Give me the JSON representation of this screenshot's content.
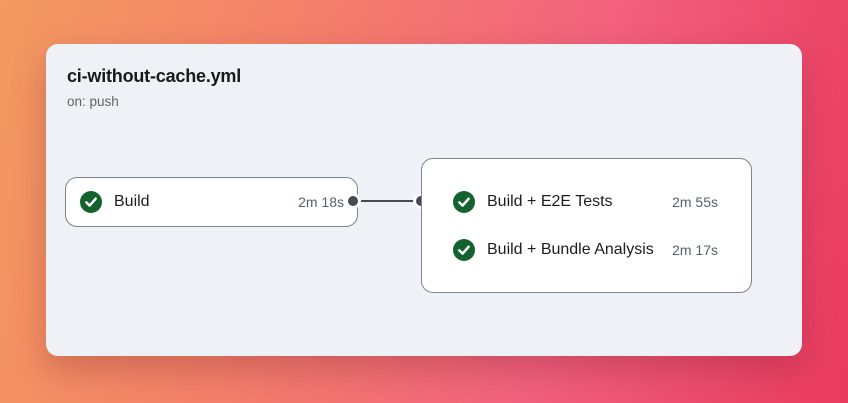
{
  "header": {
    "title": "ci-without-cache.yml",
    "trigger": "on: push"
  },
  "graph": {
    "build": {
      "label": "Build",
      "duration": "2m 18s",
      "status": "success"
    },
    "group": {
      "jobs": [
        {
          "label": "Build + E2E Tests",
          "duration": "2m 55s",
          "status": "success"
        },
        {
          "label": "Build + Bundle Analysis",
          "duration": "2m 17s",
          "status": "success"
        }
      ]
    }
  },
  "icons": {
    "status": "check-circle-icon"
  },
  "colors": {
    "success_green": "#14632f",
    "connector": "#454c54",
    "card_bg": "#eef1f5",
    "node_border": "#7d8590",
    "bg_gradient_start": "#f39a60",
    "bg_gradient_end": "#e93a5e"
  }
}
